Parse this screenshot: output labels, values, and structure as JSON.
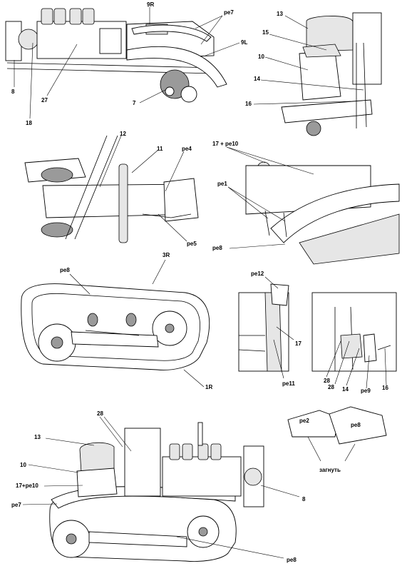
{
  "panels": {
    "p1": {
      "labels": {
        "l_9R": "9R",
        "l_pe7": "pe7",
        "l_9L": "9L",
        "l_8": "8",
        "l_27": "27",
        "l_18": "18",
        "l_7": "7"
      }
    },
    "p2": {
      "labels": {
        "l_13": "13",
        "l_15": "15",
        "l_10": "10",
        "l_14": "14",
        "l_16": "16"
      }
    },
    "p3": {
      "labels": {
        "l_12": "12",
        "l_11": "11",
        "l_pe4": "pe4",
        "l_pe5": "pe5"
      }
    },
    "p4": {
      "labels": {
        "l_17pe10": "17 + pe10",
        "l_pe1": "pe1",
        "l_pe8": "pe8"
      }
    },
    "p5": {
      "labels": {
        "l_3R": "3R",
        "l_pe8": "pe8",
        "l_1R": "1R"
      }
    },
    "p6": {
      "labels": {
        "l_pe12": "pe12",
        "l_17": "17",
        "l_pe11": "pe11"
      }
    },
    "p7": {
      "labels": {
        "l_28a": "28",
        "l_28b": "28",
        "l_14": "14",
        "l_pe9": "pe9",
        "l_16": "16"
      }
    },
    "p8": {
      "labels": {
        "l_pe2": "pe2",
        "l_pe8": "pe8",
        "l_fold": "загнуть"
      }
    },
    "p9": {
      "labels": {
        "l_28": "28",
        "l_13": "13",
        "l_10": "10",
        "l_17pe10": "17+pe10",
        "l_pe7": "pe7",
        "l_8": "8",
        "l_pe8": "pe8"
      }
    }
  }
}
